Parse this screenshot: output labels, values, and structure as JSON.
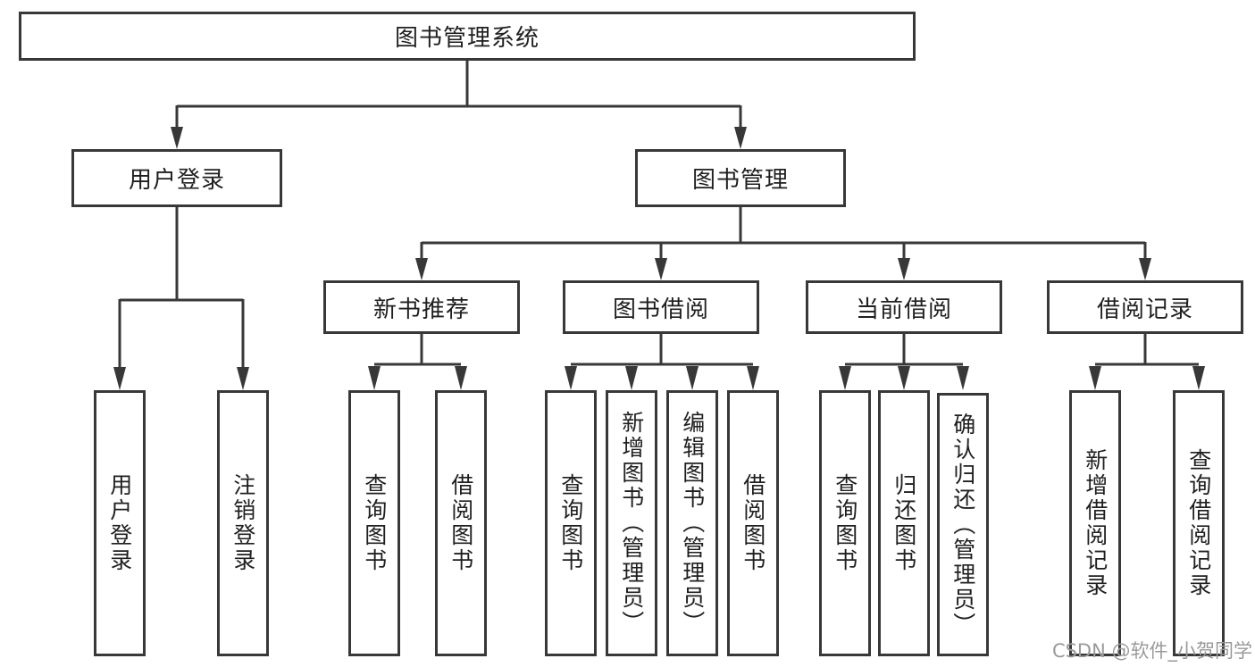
{
  "tree": {
    "label": "图书管理系统",
    "children": [
      {
        "label": "用户登录",
        "children": [
          {
            "label": "用户登录"
          },
          {
            "label": "注销登录"
          }
        ]
      },
      {
        "label": "图书管理",
        "children": [
          {
            "label": "新书推荐",
            "children": [
              {
                "label": "查询图书"
              },
              {
                "label": "借阅图书"
              }
            ]
          },
          {
            "label": "图书借阅",
            "children": [
              {
                "label": "查询图书"
              },
              {
                "label": "新增图书（管理员）"
              },
              {
                "label": "编辑图书（管理员）"
              },
              {
                "label": "借阅图书"
              }
            ]
          },
          {
            "label": "当前借阅",
            "children": [
              {
                "label": "查询图书"
              },
              {
                "label": "归还图书"
              },
              {
                "label": "确认归还（管理员）"
              }
            ]
          },
          {
            "label": "借阅记录",
            "children": [
              {
                "label": "新增借阅记录"
              },
              {
                "label": "查询借阅记录"
              }
            ]
          }
        ]
      }
    ]
  },
  "watermark": "CSDN @软件_小贺同学",
  "colors": {
    "line": "#383838",
    "box_border": "#383838",
    "box_fill": "#ffffff",
    "text": "#1f1f1f",
    "watermark": "#9a9a9a",
    "background": "#ffffff"
  }
}
